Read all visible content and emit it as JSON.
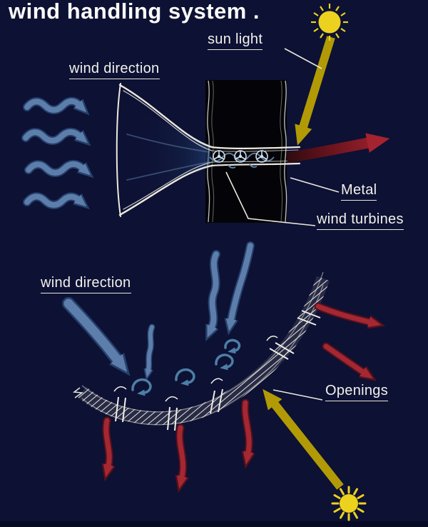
{
  "title": "wind handling system .",
  "labels": {
    "sun_light": "sun light",
    "wind_direction_top": "wind direction",
    "metal": "Metal",
    "wind_turbines": "wind turbines",
    "wind_direction_bottom": "wind direction",
    "openings": "Openings"
  },
  "icons": {
    "sun_top": "sun-icon",
    "sun_bottom": "sun-icon",
    "wind_turbine": "wind-turbine-icon",
    "swirl": "swirl-arrow-icon"
  },
  "colors": {
    "background": "#0d1134",
    "sketch_white": "#ece9de",
    "wind_blue": "#5d7dab",
    "wind_blue_outline": "#24406b",
    "swirl_blue": "#4d7ea6",
    "outflow_red": "#a32833",
    "outflow_red_dark": "#55101a",
    "sun_ray_yellow": "#b19a06",
    "sun_yellow": "#ecd21f"
  }
}
